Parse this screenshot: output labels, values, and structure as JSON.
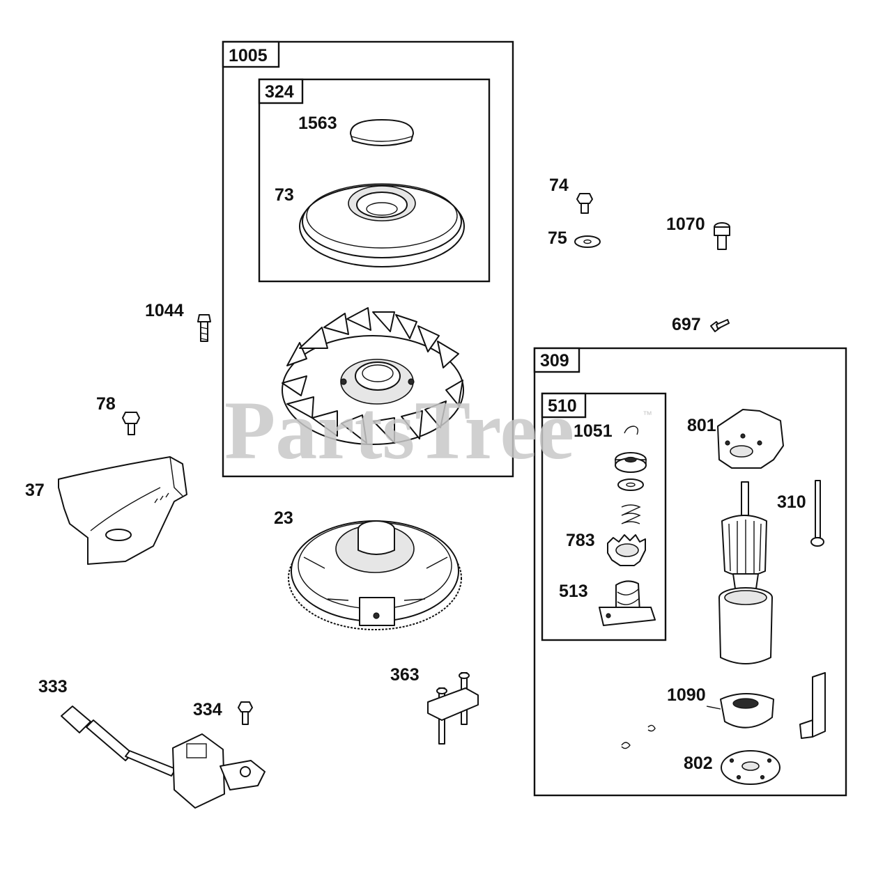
{
  "watermark": {
    "text": "PartsTree",
    "trademark": "™"
  },
  "boxes": {
    "b1005": "1005",
    "b324": "324",
    "b309": "309",
    "b510": "510"
  },
  "labels": {
    "l1563": "1563",
    "l73": "73",
    "l74": "74",
    "l75": "75",
    "l1070": "1070",
    "l1044": "1044",
    "l697": "697",
    "l78": "78",
    "l37": "37",
    "l23": "23",
    "l1051": "1051",
    "l801": "801",
    "l310": "310",
    "l783": "783",
    "l513": "513",
    "l333": "333",
    "l334": "334",
    "l363": "363",
    "l1090": "1090",
    "l802": "802"
  },
  "colors": {
    "line": "#111111",
    "watermark": "#c8c8c8",
    "background": "#ffffff"
  }
}
